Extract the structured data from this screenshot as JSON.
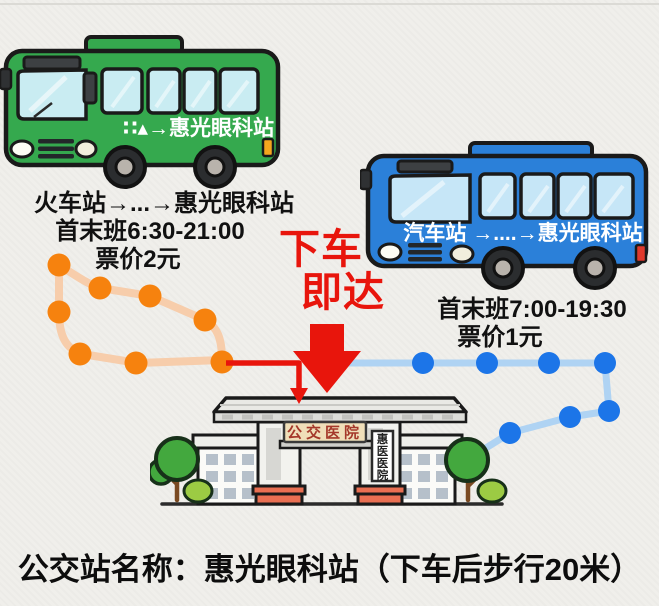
{
  "colors": {
    "background": "#f0efeb",
    "accent_red": "#e8150c",
    "orange_dot": "#f6820e",
    "orange_line": "#f7cdab",
    "blue_dot": "#1c75e8",
    "blue_line": "#afd3f3",
    "green_bus": "#35a94e",
    "blue_bus": "#2b80d9",
    "glass": "#c9ecf2",
    "outline": "#1a1a1a",
    "plaque_bg": "#f0dfb9",
    "plaque_text": "#a5392a",
    "pillar_base": "#e96f52",
    "text_black": "#111111"
  },
  "green_bus": {
    "side_text": "∷▴→惠光眼科站",
    "route": {
      "title": "火车站→...→惠光眼科站",
      "schedule": "首末班6:30-21:00",
      "fare": "票价2元"
    }
  },
  "blue_bus": {
    "side_text": "汽车站 →....→惠光眼科站",
    "route": {
      "schedule": "首末班7:00-19:30",
      "fare": "票价1元"
    }
  },
  "callout": {
    "line1": "下车",
    "line2": "即达"
  },
  "hospital": {
    "gate_sign": "公交医院",
    "side_sign": [
      "惠",
      "医",
      "医",
      "院"
    ]
  },
  "footer": {
    "text": "公交站名称：惠光眼科站（下车后步行20米）"
  }
}
